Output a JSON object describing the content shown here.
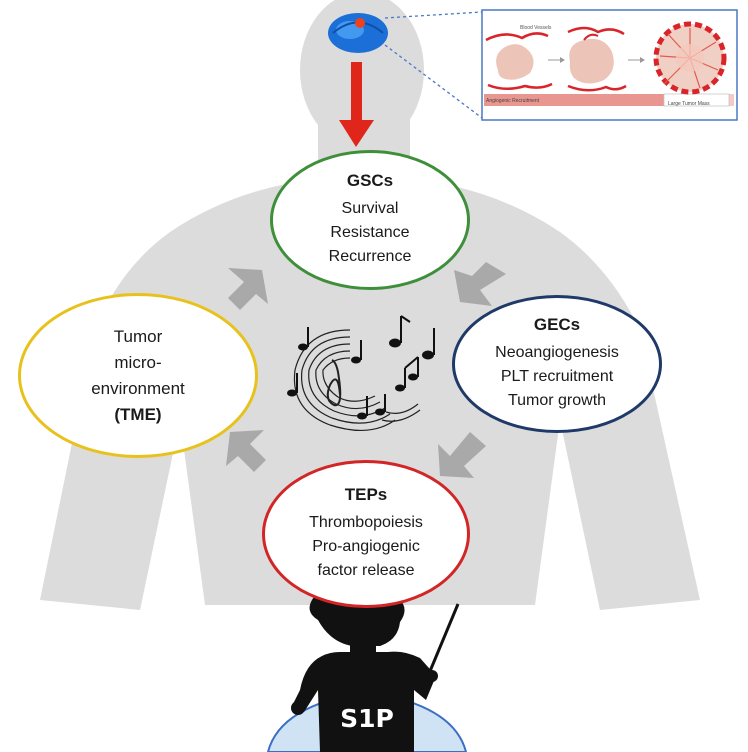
{
  "gsc": {
    "title": "GSCs",
    "lines": [
      "Survival",
      "Resistance",
      "Recurrence"
    ],
    "color": "#3f8f3a"
  },
  "tme": {
    "lines": [
      "Tumor",
      "micro-",
      "environment",
      "(TME)"
    ],
    "color": "#e8c21c"
  },
  "gec": {
    "title": "GECs",
    "lines": [
      "Neoangiogenesis",
      "PLT recruitment",
      "Tumor growth"
    ],
    "color": "#1f3a68"
  },
  "tep": {
    "title": "TEPs",
    "lines": [
      "Thrombopoiesis",
      "Pro-angiogenic",
      "factor release"
    ],
    "color": "#d22626"
  },
  "conductor": {
    "label": "S1P"
  },
  "inset": {
    "vessels_label": "Blood Vessels",
    "caption_left": "Angiogenic Recruitment",
    "caption_right": "Large Tumor Mass"
  },
  "icons": [
    "brain-tumor-icon",
    "red-down-arrow-icon",
    "grey-arrow-icon",
    "music-notes-icon",
    "conductor-icon"
  ]
}
